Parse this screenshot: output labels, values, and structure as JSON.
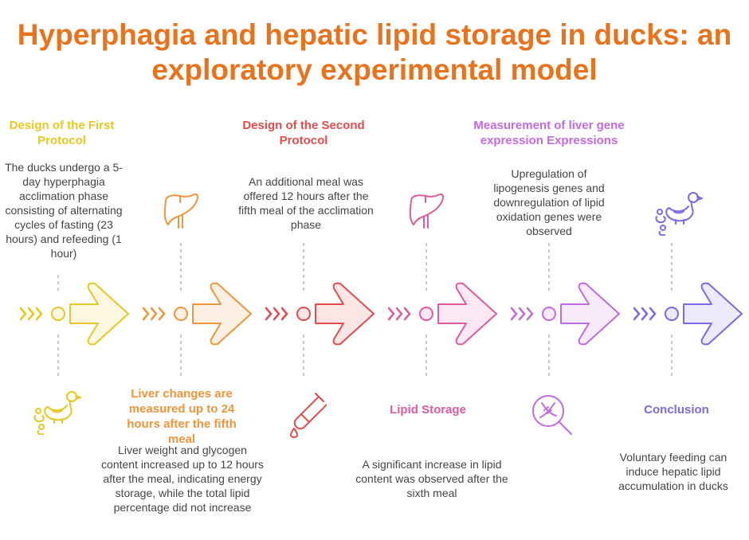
{
  "title": "Hyperphagia and hepatic lipid storage in ducks: an exploratory experimental model",
  "colors": {
    "title": "#e8731c",
    "stage1": "#e6c81e",
    "stage2": "#f0953a",
    "stage3": "#e44b4b",
    "stage4": "#df5aa0",
    "stage5": "#c26ae0",
    "stage6": "#7a6ae6"
  },
  "stages": [
    {
      "title": "Design of the First Protocol",
      "description": "The ducks undergo a 5-day hyperphagia acclimation phase consisting of alternating cycles of fasting (23 hours) and refeeding (1 hour)",
      "icon": "ducks-icon"
    },
    {
      "title": "Liver changes are measured up to 24 hours after the fifth meal",
      "description": "Liver weight and glycogen content increased up to 12 hours after the meal, indicating energy storage, while the total lipid percentage did not increase",
      "icon": "liver-icon"
    },
    {
      "title": "Design of the Second Protocol",
      "description": "An additional meal was offered 12 hours after the fifth meal of the acclimation phase",
      "icon": "test-tube-icon"
    },
    {
      "title": "Lipid Storage",
      "description": "A significant increase in lipid content was observed after the sixth meal",
      "icon": "liver-icon"
    },
    {
      "title": "Measurement of liver gene expression Expressions",
      "description": "Upregulation of lipogenesis genes and downregulation of lipid oxidation genes were observed",
      "icon": "dna-magnifier-icon"
    },
    {
      "title": "Conclusion",
      "description": "Voluntary feeding can induce hepatic lipid accumulation in ducks",
      "icon": "ducks-icon"
    }
  ]
}
